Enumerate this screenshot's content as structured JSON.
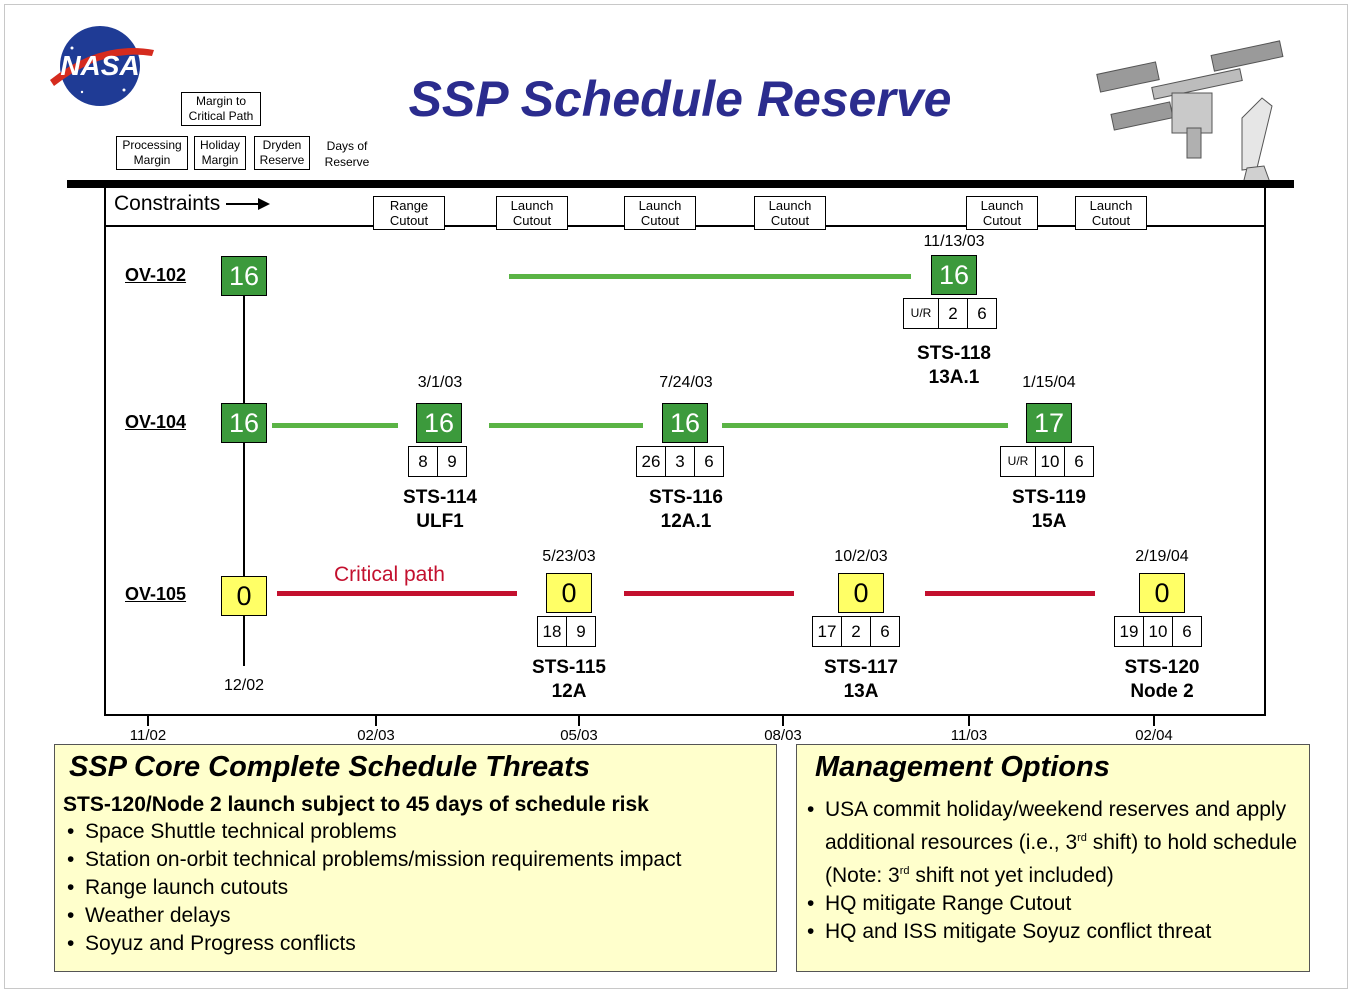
{
  "title": "SSP Schedule Reserve",
  "logo_text": "NASA",
  "legend": {
    "margin_to_critical_path": "Margin to Critical Path",
    "processing_margin": "Processing Margin",
    "holiday_margin": "Holiday Margin",
    "dryden_reserve": "Dryden Reserve",
    "days_of_reserve": "Days of Reserve"
  },
  "constraints_label": "Constraints",
  "constraints": [
    "Range Cutout",
    "Launch Cutout",
    "Launch Cutout",
    "Launch Cutout",
    "Launch Cutout",
    "Launch Cutout"
  ],
  "rows": [
    {
      "label": "OV-102",
      "start_reserve": "16"
    },
    {
      "label": "OV-104",
      "start_reserve": "16"
    },
    {
      "label": "OV-105",
      "start_reserve": "0"
    }
  ],
  "start_date": "12/02",
  "critical_path_label": "Critical path",
  "missions": [
    {
      "date": "11/13/03",
      "reserve": "16",
      "margins": [
        "U/R",
        "2",
        "6"
      ],
      "name": "STS-118",
      "flight": "13A.1"
    },
    {
      "date": "3/1/03",
      "reserve": "16",
      "margins": [
        "8",
        "9"
      ],
      "name": "STS-114",
      "flight": "ULF1"
    },
    {
      "date": "7/24/03",
      "reserve": "16",
      "margins": [
        "26",
        "3",
        "6"
      ],
      "name": "STS-116",
      "flight": "12A.1"
    },
    {
      "date": "1/15/04",
      "reserve": "17",
      "margins": [
        "U/R",
        "10",
        "6"
      ],
      "name": "STS-119",
      "flight": "15A"
    },
    {
      "date": "5/23/03",
      "reserve": "0",
      "margins": [
        "18",
        "9"
      ],
      "name": "STS-115",
      "flight": "12A"
    },
    {
      "date": "10/2/03",
      "reserve": "0",
      "margins": [
        "17",
        "2",
        "6"
      ],
      "name": "STS-117",
      "flight": "13A"
    },
    {
      "date": "2/19/04",
      "reserve": "0",
      "margins": [
        "19",
        "10",
        "6"
      ],
      "name": "STS-120",
      "flight": "Node 2"
    }
  ],
  "axis_ticks": [
    "11/02",
    "02/03",
    "05/03",
    "08/03",
    "11/03",
    "02/04"
  ],
  "threats": {
    "heading": "SSP Core Complete Schedule Threats",
    "risk": "STS-120/Node 2 launch subject to 45 days of schedule risk",
    "items": [
      "Space Shuttle technical problems",
      "Station on-orbit technical problems/mission requirements impact",
      "Range launch cutouts",
      "Weather delays",
      "Soyuz and Progress conflicts"
    ]
  },
  "options": {
    "heading": "Management Options",
    "item1_part1": "USA commit holiday/weekend reserves and apply additional resources (i.e., 3",
    "item1_sup1": "rd",
    "item1_part2": " shift) to hold schedule (Note: 3",
    "item1_sup2": "rd",
    "item1_part3": " shift not yet included)",
    "item2": "HQ mitigate Range Cutout",
    "item3": "HQ and ISS mitigate Soyuz conflict threat"
  },
  "colors": {
    "title": "#2b2c8e",
    "green": "#3c9a3c",
    "green_line": "#5ab445",
    "yellow": "#ffff66",
    "red": "#c3102e",
    "panel": "#ffffcc"
  }
}
